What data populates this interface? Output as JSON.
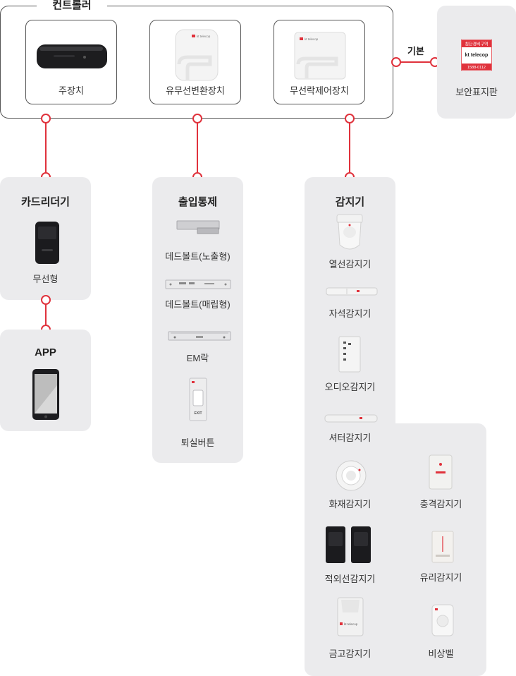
{
  "colors": {
    "accent": "#e0323c",
    "panel": "#ebebed",
    "brand": "#e0323c"
  },
  "controller": {
    "title": "컨트롤러",
    "devices": [
      {
        "label": "주장치"
      },
      {
        "label": "유무선변환장치"
      },
      {
        "label": "무선락제어장치"
      }
    ]
  },
  "basic": {
    "label": "기본",
    "sign": {
      "label": "보안표지판",
      "top_text": "침단경비구역",
      "brand": "kt telecop",
      "phone": "1588-0112"
    }
  },
  "brand_text": "kt telecop",
  "card_reader": {
    "title": "카드리더기",
    "items": [
      {
        "label": "무선형"
      }
    ]
  },
  "app": {
    "title": "APP"
  },
  "access": {
    "title": "출입통제",
    "items": [
      {
        "label": "데드볼트(노출형)"
      },
      {
        "label": "데드볼트(매립형)"
      },
      {
        "label": "EM락"
      },
      {
        "label": "퇴실버튼",
        "exit_text": "EXIT"
      }
    ]
  },
  "sensors": {
    "title": "감지기",
    "items": [
      {
        "label": "열선감지기"
      },
      {
        "label": "자석감지기"
      },
      {
        "label": "오디오감지기"
      },
      {
        "label": "셔터감지기"
      },
      {
        "label": "화재감지기"
      },
      {
        "label": "충격감지기"
      },
      {
        "label": "적외선감지기"
      },
      {
        "label": "유리감지기"
      },
      {
        "label": "금고감지기"
      },
      {
        "label": "비상벨"
      }
    ]
  }
}
